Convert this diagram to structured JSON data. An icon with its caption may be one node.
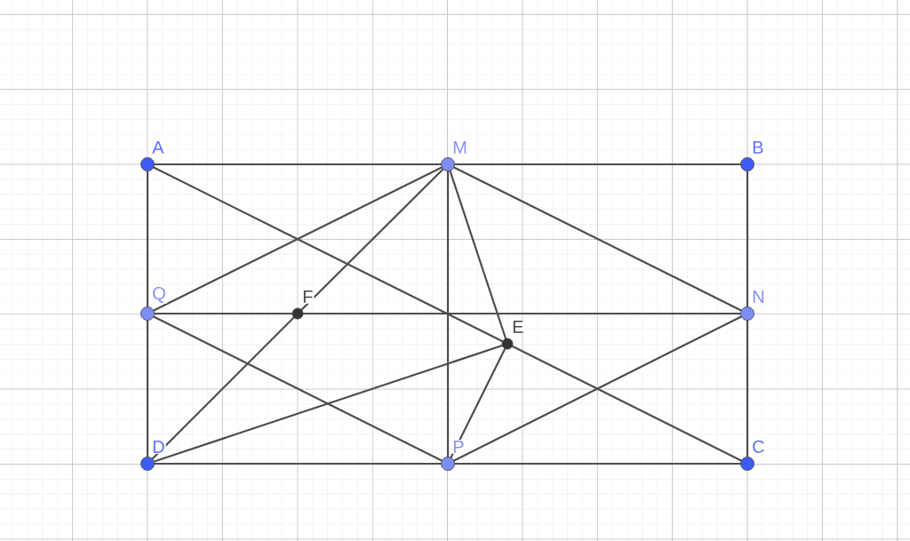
{
  "diagram": {
    "nodes": [
      {
        "text": [
          "A"
        ]
      },
      {
        "text": [
          "M"
        ]
      },
      {
        "text": [
          "B"
        ]
      },
      {
        "text": [
          "Q"
        ]
      },
      {
        "text": [
          "F"
        ]
      },
      {
        "text": [
          "N"
        ]
      },
      {
        "text": [
          "E"
        ]
      },
      {
        "text": [
          "D"
        ]
      },
      {
        "text": [
          "P"
        ]
      },
      {
        "text": [
          "C"
        ]
      }
    ],
    "edges": [
      {
        "from": 0,
        "to": 1,
        "arrow": "none"
      },
      {
        "from": 1,
        "to": 2,
        "arrow": "none"
      },
      {
        "from": 2,
        "to": 5,
        "arrow": "none"
      },
      {
        "from": 5,
        "to": 9,
        "arrow": "none"
      },
      {
        "from": 7,
        "to": 8,
        "arrow": "none"
      },
      {
        "from": 8,
        "to": 9,
        "arrow": "none"
      },
      {
        "from": 0,
        "to": 3,
        "arrow": "none"
      },
      {
        "from": 3,
        "to": 7,
        "arrow": "none"
      },
      {
        "from": 0,
        "to": 6,
        "arrow": "none"
      },
      {
        "from": 6,
        "to": 9,
        "arrow": "none"
      },
      {
        "from": 1,
        "to": 3,
        "arrow": "none"
      },
      {
        "from": 1,
        "to": 4,
        "arrow": "none"
      },
      {
        "from": 4,
        "to": 7,
        "arrow": "none"
      },
      {
        "from": 1,
        "to": 8,
        "arrow": "none"
      },
      {
        "from": 1,
        "to": 6,
        "arrow": "none"
      },
      {
        "from": 1,
        "to": 5,
        "arrow": "none"
      },
      {
        "from": 3,
        "to": 4,
        "arrow": "none"
      },
      {
        "from": 4,
        "to": 5,
        "arrow": "none"
      },
      {
        "from": 3,
        "to": 8,
        "arrow": "none"
      },
      {
        "from": 7,
        "to": 6,
        "arrow": "none"
      },
      {
        "from": 6,
        "to": 8,
        "arrow": "none"
      },
      {
        "from": 8,
        "to": 5,
        "arrow": "none"
      }
    ]
  }
}
